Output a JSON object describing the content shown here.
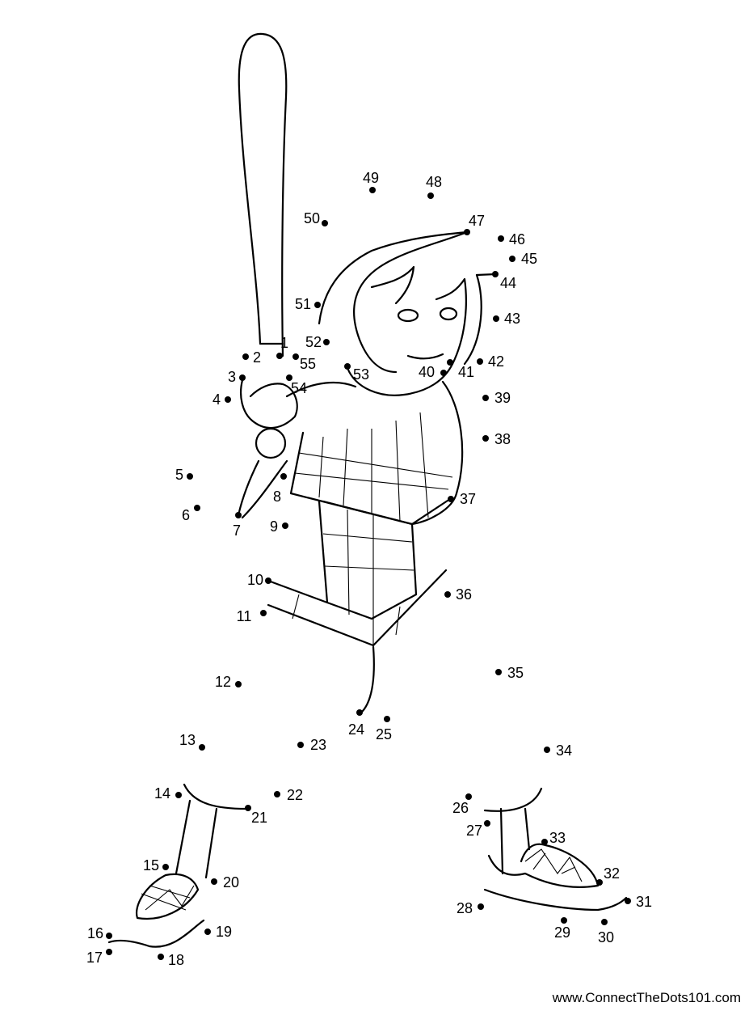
{
  "puzzle": {
    "dot_labels": [
      "1",
      "2",
      "3",
      "4",
      "5",
      "6",
      "7",
      "8",
      "9",
      "10",
      "11",
      "12",
      "13",
      "14",
      "15",
      "16",
      "17",
      "18",
      "19",
      "20",
      "21",
      "22",
      "23",
      "24",
      "25",
      "26",
      "27",
      "28",
      "29",
      "30",
      "31",
      "32",
      "33",
      "34",
      "35",
      "36",
      "37",
      "38",
      "39",
      "40",
      "41",
      "42",
      "43",
      "44",
      "45",
      "46",
      "47",
      "48",
      "49",
      "50",
      "51",
      "52",
      "53",
      "54",
      "55"
    ]
  },
  "footer": {
    "site": "www.ConnectTheDots101.com"
  }
}
